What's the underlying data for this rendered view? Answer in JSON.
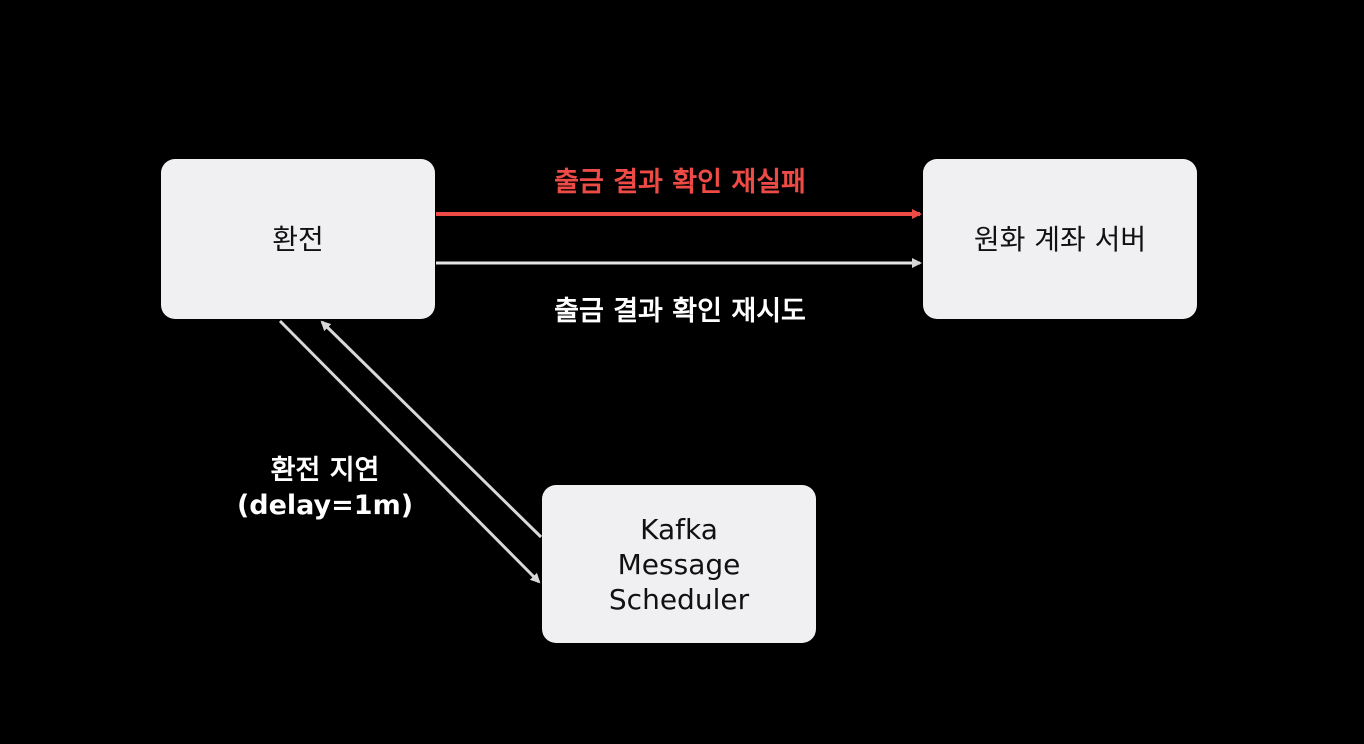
{
  "nodes": {
    "exchange": "환전",
    "krw_account_server": "원화 계좌 서버",
    "kafka_scheduler": [
      "Kafka",
      "Message",
      "Scheduler"
    ]
  },
  "edges": {
    "withdraw_check_fail": "출금 결과 확인 재실패",
    "withdraw_check_retry": "출금 결과 확인 재시도",
    "exchange_delay": [
      "환전 지연",
      "(delay=1m)"
    ]
  },
  "colors": {
    "background": "#000000",
    "box": "#f0f0f2",
    "fail_arrow": "#ee4b47",
    "retry_arrow": "#e6e6e6"
  }
}
